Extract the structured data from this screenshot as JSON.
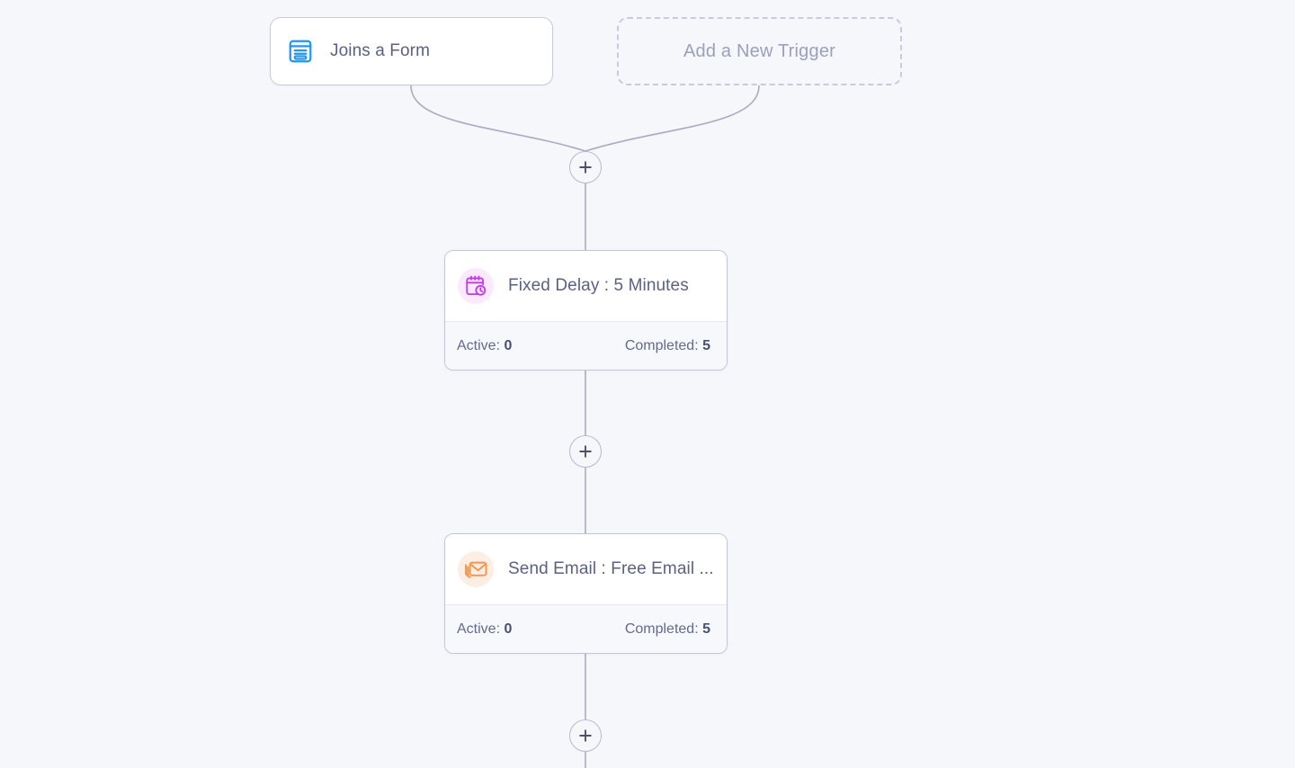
{
  "canvas": {
    "background_color": "#f6f7fb",
    "connector_color": "#a8abc4"
  },
  "triggers": [
    {
      "id": "joins-a-form",
      "label": "Joins a Form",
      "icon": "form-icon",
      "icon_color": "#2196f3",
      "type": "trigger"
    },
    {
      "id": "add-new-trigger",
      "label": "Add a New Trigger",
      "type": "add-placeholder"
    }
  ],
  "steps": [
    {
      "id": "fixed-delay",
      "title": "Fixed Delay : 5 Minutes",
      "icon": "calendar-clock-icon",
      "icon_color": "#c836f0",
      "icon_bg": "#fbe9fd",
      "stats": {
        "active_label": "Active:",
        "active_value": "0",
        "completed_label": "Completed:",
        "completed_value": "5"
      }
    },
    {
      "id": "send-email",
      "title": "Send Email : Free Email ...",
      "icon": "envelope-stack-icon",
      "icon_color": "#f5954f",
      "icon_bg": "#fdeee3",
      "stats": {
        "active_label": "Active:",
        "active_value": "0",
        "completed_label": "Completed:",
        "completed_value": "5"
      }
    }
  ],
  "add_buttons": [
    {
      "id": "add-step-1",
      "label": "+"
    },
    {
      "id": "add-step-2",
      "label": "+"
    },
    {
      "id": "add-step-3",
      "label": "+"
    }
  ]
}
